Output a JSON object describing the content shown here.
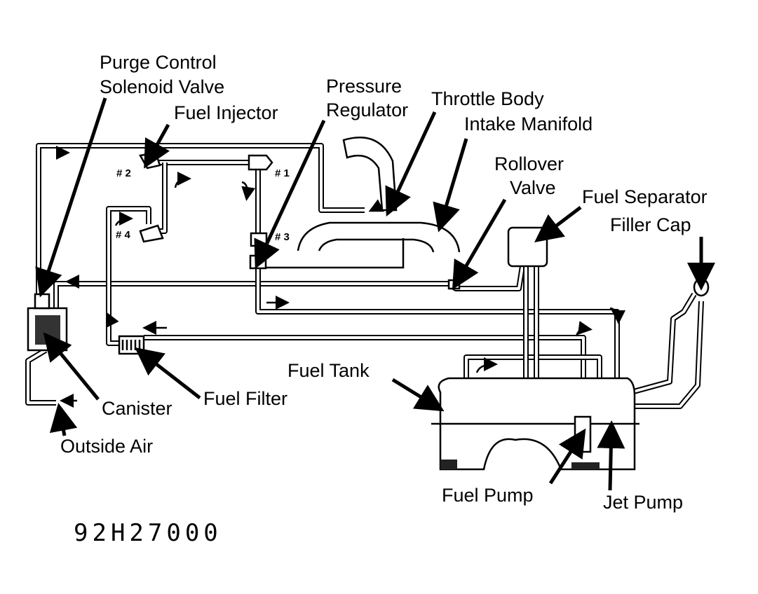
{
  "labels": {
    "purge_control_1": "Purge Control",
    "purge_control_2": "Solenoid Valve",
    "fuel_injector": "Fuel Injector",
    "pressure_regulator_1": "Pressure",
    "pressure_regulator_2": "Regulator",
    "throttle_body": "Throttle Body",
    "intake_manifold": "Intake Manifold",
    "rollover_valve_1": "Rollover",
    "rollover_valve_2": "Valve",
    "fuel_separator": "Fuel Separator",
    "filler_cap": "Filler Cap",
    "fuel_tank": "Fuel Tank",
    "canister": "Canister",
    "fuel_filter": "Fuel Filter",
    "outside_air": "Outside Air",
    "fuel_pump": "Fuel Pump",
    "jet_pump": "Jet Pump"
  },
  "injectors": {
    "n1": "# 1",
    "n2": "# 2",
    "n3": "# 3",
    "n4": "# 4"
  },
  "figure_code": "92H27000"
}
